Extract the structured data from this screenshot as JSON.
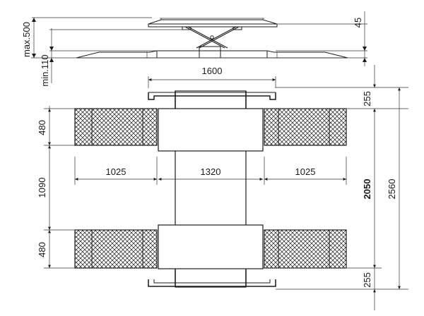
{
  "dimensions": {
    "max_height": "max.500",
    "min_height": "min.110",
    "platform_thickness": "45",
    "overall_width": "1600",
    "end_clearance_top": "255",
    "end_clearance_bottom": "255",
    "pad_depth_top": "480",
    "pad_depth_bottom": "480",
    "pad_spacing": "1090",
    "arm_left": "1025",
    "center_width": "1320",
    "arm_right": "1025",
    "inner_length": "2050",
    "overall_length": "2560"
  },
  "colors": {
    "line": "#1a1a1a",
    "background": "#ffffff"
  }
}
